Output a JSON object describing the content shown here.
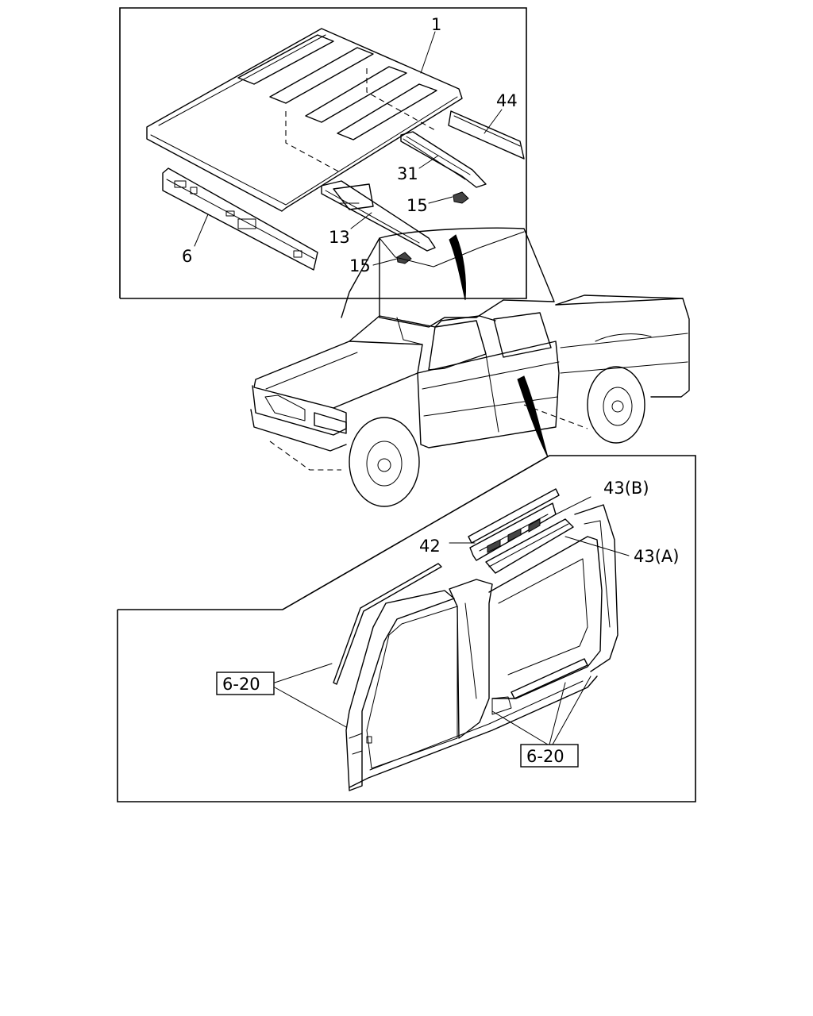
{
  "callouts": {
    "roof_panel": "1",
    "roof_rail_rear": "44",
    "roof_bow_rear": "31",
    "clip_upper": "15",
    "roof_bow_front": "13",
    "clip_lower": "15",
    "header_front": "6",
    "sill_rear_b": "43(B)",
    "sill_plate": "42",
    "sill_rear_a": "43(A)"
  },
  "references": {
    "side_frame_left": "6-20",
    "side_frame_right": "6-20"
  }
}
